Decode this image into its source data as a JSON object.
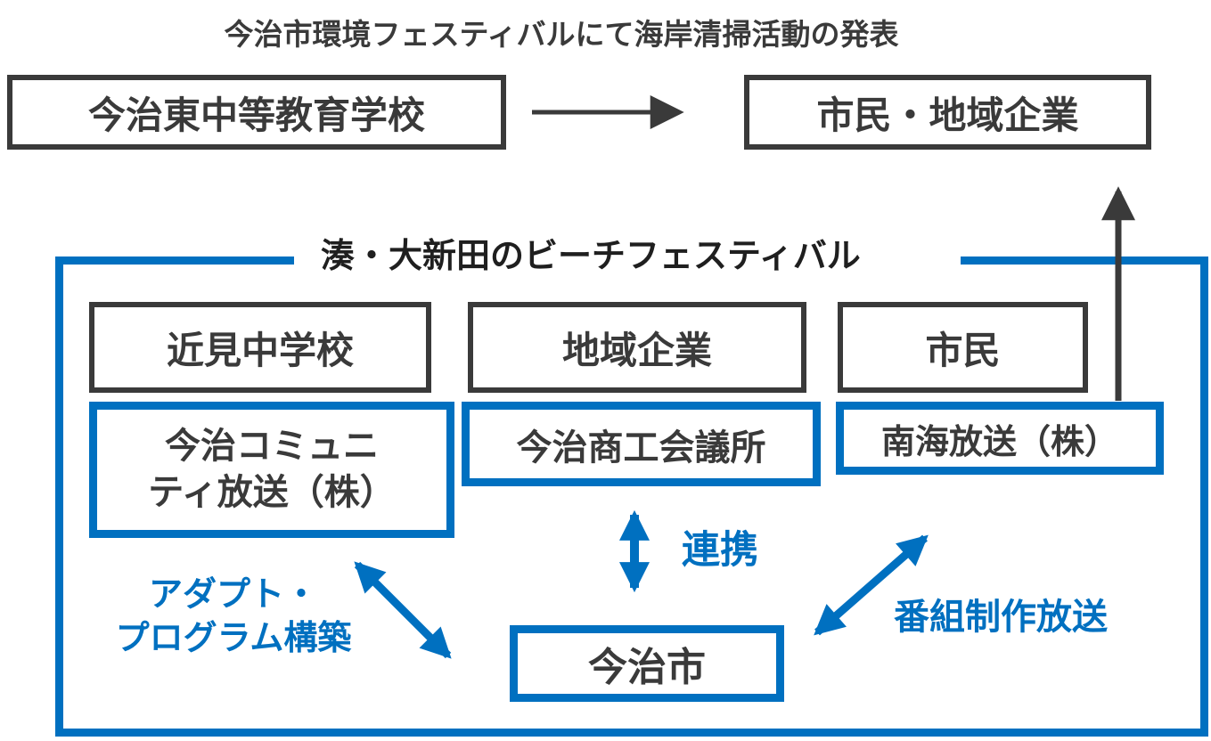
{
  "colors": {
    "accent_blue": "#0070C0",
    "dark_gray": "#3A3A3A",
    "title_text": "#1F1F1F",
    "background": "#FFFFFF"
  },
  "top_flow": {
    "caption": "今治市環境フェスティバルにて海岸清掃活動の発表",
    "source_box": "今治東中等教育学校",
    "target_box": "市民・地域企業"
  },
  "festival_panel": {
    "title": "湊・大新田のビーチフェスティバル",
    "participant_boxes": [
      "近見中学校",
      "地域企業",
      "市民"
    ],
    "partner_boxes": {
      "community_broadcast_line1": "今治コミュニ",
      "community_broadcast_line2": "ティ放送（株）",
      "chamber_of_commerce": "今治商工会議所",
      "nankai_broadcast": "南海放送（株）"
    },
    "city_box": "今治市",
    "arrow_labels": {
      "cooperation": "連携",
      "adopt_line1": "アダプト・",
      "adopt_line2": "プログラム構築",
      "program_broadcast": "番組制作放送"
    }
  }
}
